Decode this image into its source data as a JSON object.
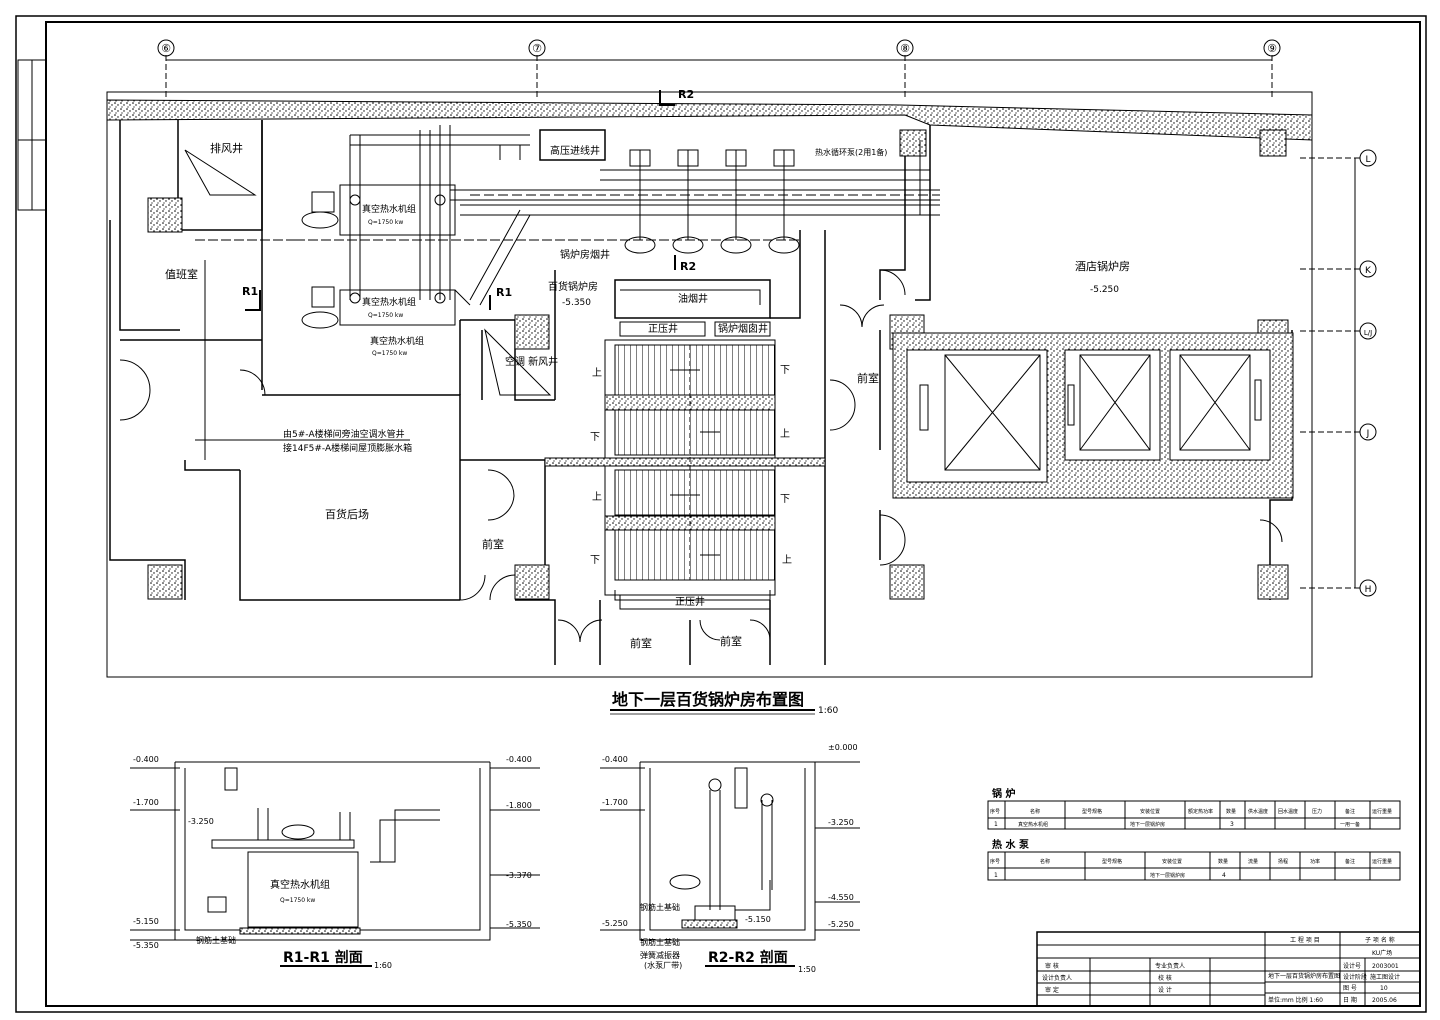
{
  "drawing": {
    "main_title": "地下一层百货锅炉房布置图",
    "main_scale": "1:60",
    "section1_title": "R1-R1 剖面",
    "section1_scale": "1:60",
    "section2_title": "R2-R2 剖面",
    "section2_scale": "1:50"
  },
  "grid_axes": {
    "top": [
      "⑥",
      "⑦",
      "⑧",
      "⑨"
    ],
    "right": [
      "L",
      "K",
      "L/J",
      "J",
      "H"
    ]
  },
  "section_markers": [
    "R1",
    "R2"
  ],
  "plan_labels": {
    "exhaust_shaft": "排风井",
    "duty_room": "值班室",
    "hv_shaft": "高压进线井",
    "hw_pump": "热水循环泵(2用1备)",
    "vacuum_unit_1": "真空热水机组",
    "vacuum_unit_1_q": "Q=1750 kw",
    "vacuum_unit_2": "真空热水机组",
    "vacuum_unit_2_q": "Q=1750 kw",
    "vacuum_unit_3": "真空热水机组",
    "vacuum_unit_3_q": "Q=1750 kw",
    "boiler_flue": "锅炉房烟井",
    "dept_boiler_room": "百货锅炉房",
    "dept_boiler_level": "-5.350",
    "oil_shaft": "油烟井",
    "pressurize_shaft": "正压井",
    "boiler_smoke_shaft": "锅炉烟囱井",
    "hotel_boiler_room": "酒店锅炉房",
    "hotel_boiler_level": "-5.250",
    "ac_fresh_air": "空调\n新风井",
    "note_line1": "由5#-A楼梯间旁油空调水管井",
    "note_line2": "接14F5#-A楼梯间屋顶膨胀水箱",
    "dept_back": "百货后场",
    "front_room_1": "前室",
    "front_room_2": "前室",
    "front_room_3": "前室",
    "front_room_4": "前室",
    "pressurize_shaft_2": "正压井",
    "down": "下",
    "up": "上"
  },
  "sections": {
    "r1_levels": [
      "-0.400",
      "-1.700",
      "-3.250",
      "-5.150",
      "-5.350"
    ],
    "r1_right_levels": [
      "-0.400",
      "-1.800",
      "-3.370",
      "-5.350"
    ],
    "r1_unit": "真空热水机组",
    "r1_unit_q": "Q=1750 kw",
    "r1_base": "钢筋土基础",
    "r2_levels": [
      "-0.400",
      "-1.700",
      "-5.250"
    ],
    "r2_right_levels": [
      "±0.000",
      "-3.250",
      "-4.550",
      "-5.250"
    ],
    "r2_base": "钢筋土基础",
    "r2_note1": "弹簧减振器",
    "r2_note2": "(水泵厂带)",
    "r2_pump_base": "钢筋土基础",
    "r2_elev_label": "-5.150"
  },
  "tables": {
    "boiler_title": "锅 炉",
    "boiler_headers": [
      "序号",
      "名称",
      "型号规格",
      "安装位置",
      "额定热功率",
      "数量",
      "供水温度",
      "回水温度",
      "压力",
      "备注",
      "运行重量"
    ],
    "boiler_rows": [
      [
        "1",
        "真空热水机组",
        "",
        "地下一层锅炉房",
        "",
        "3",
        "",
        "",
        "",
        "一用一备",
        ""
      ]
    ],
    "pump_title": "热 水 泵",
    "pump_headers": [
      "序号",
      "名称",
      "型号规格",
      "安装位置",
      "数量",
      "流量",
      "扬程",
      "功率",
      "备注",
      "运行重量"
    ],
    "pump_rows": [
      [
        "1",
        "",
        "",
        "地下一层锅炉房",
        "4",
        "",
        "",
        "",
        "",
        ""
      ]
    ]
  },
  "title_block": {
    "project_label": "工 程 项 目",
    "subproject_label": "子 项 名 称",
    "subproject": "KU广场",
    "rows_left": [
      "审 核",
      "设计负责人",
      "审 定"
    ],
    "rows_mid": [
      "专业负责人",
      "校 核",
      "设 计"
    ],
    "drawing_name": "地下一层百货锅炉房布置图",
    "design_no_label": "设计号",
    "design_no": "2003001",
    "stage_label": "设计阶段",
    "stage": "施工图设计",
    "sheet_label": "图 号",
    "sheet": "10",
    "date_label": "日 期",
    "date": "2005.06",
    "scale_note": "单位:mm 比例 1:60"
  }
}
